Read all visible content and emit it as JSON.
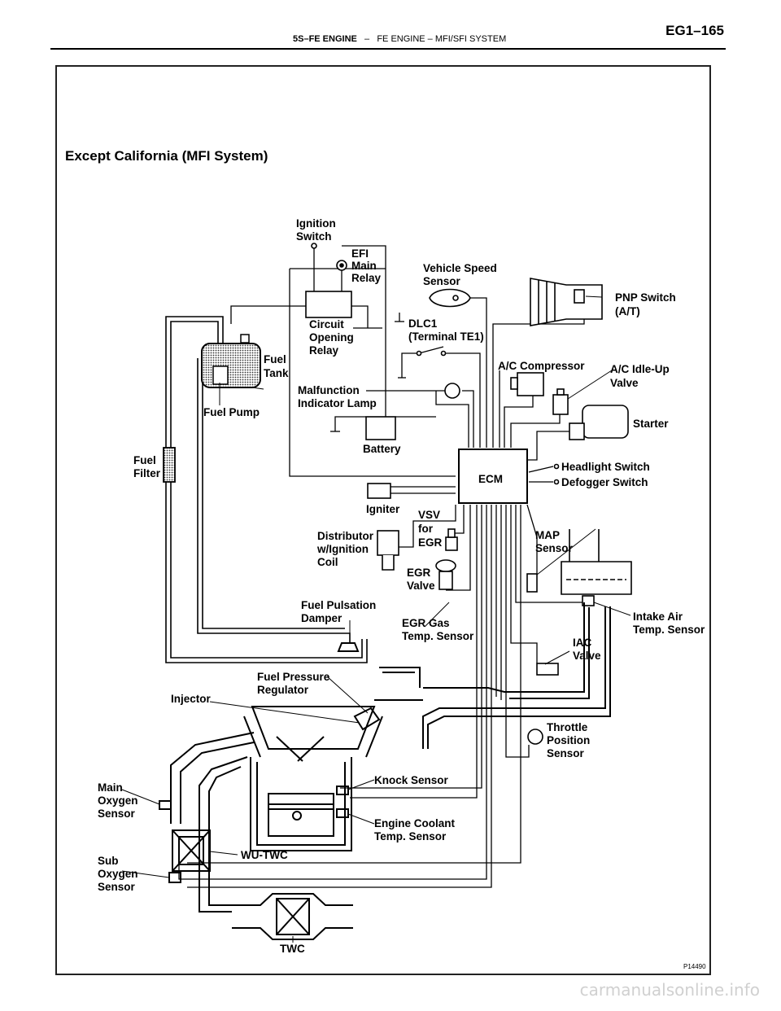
{
  "header": {
    "engine": "5S–FE ENGINE",
    "separator": "–",
    "section": "FE ENGINE – MFI/SFI SYSTEM",
    "page_code": "EG1–165"
  },
  "subtitle": "Except California (MFI System)",
  "labels": {
    "ignition_switch": [
      "Ignition",
      "Switch"
    ],
    "efi_main_relay": [
      "EFI",
      "Main",
      "Relay"
    ],
    "vehicle_speed_sensor": [
      "Vehicle Speed",
      "Sensor"
    ],
    "pnp_switch": [
      "PNP Switch",
      "(A/T)"
    ],
    "circuit_opening_relay": [
      "Circuit",
      "Opening",
      "Relay"
    ],
    "dlc1": [
      "DLC1",
      "(Terminal TE1)"
    ],
    "fuel_tank": [
      "Fuel",
      "Tank"
    ],
    "ac_compressor": "A/C Compressor",
    "ac_idle_up_valve": [
      "A/C Idle-Up",
      "Valve"
    ],
    "fuel_pump": "Fuel Pump",
    "malfunction_indicator_lamp": [
      "Malfunction",
      "Indicator Lamp"
    ],
    "starter": "Starter",
    "battery": "Battery",
    "headlight_switch": "Headlight Switch",
    "defogger_switch": "Defogger Switch",
    "fuel_filter": [
      "Fuel",
      "Filter"
    ],
    "ecm": "ECM",
    "igniter": "Igniter",
    "vsv_for_egr": [
      "VSV",
      "for",
      "EGR"
    ],
    "distributor": [
      "Distributor",
      "w/Ignition",
      "Coil"
    ],
    "map_sensor": [
      "MAP",
      "Sensor"
    ],
    "egr_valve": [
      "EGR",
      "Valve"
    ],
    "fuel_pulsation_damper": [
      "Fuel Pulsation",
      "Damper"
    ],
    "egr_gas_temp_sensor": [
      "EGR Gas",
      "Temp. Sensor"
    ],
    "intake_air_temp_sensor": [
      "Intake Air",
      "Temp. Sensor"
    ],
    "iac_valve": [
      "IAC",
      "Valve"
    ],
    "fuel_pressure_regulator": [
      "Fuel Pressure",
      "Regulator"
    ],
    "injector": "Injector",
    "throttle_position_sensor": [
      "Throttle",
      "Position",
      "Sensor"
    ],
    "main_oxygen_sensor": [
      "Main",
      "Oxygen",
      "Sensor"
    ],
    "knock_sensor": "Knock Sensor",
    "engine_coolant_temp_sensor": [
      "Engine Coolant",
      "Temp. Sensor"
    ],
    "wu_twc": "WU-TWC",
    "sub_oxygen_sensor": [
      "Sub",
      "Oxygen",
      "Sensor"
    ],
    "twc": "TWC"
  },
  "figure_code": "P14490",
  "watermark": "carmanualsonline.info"
}
